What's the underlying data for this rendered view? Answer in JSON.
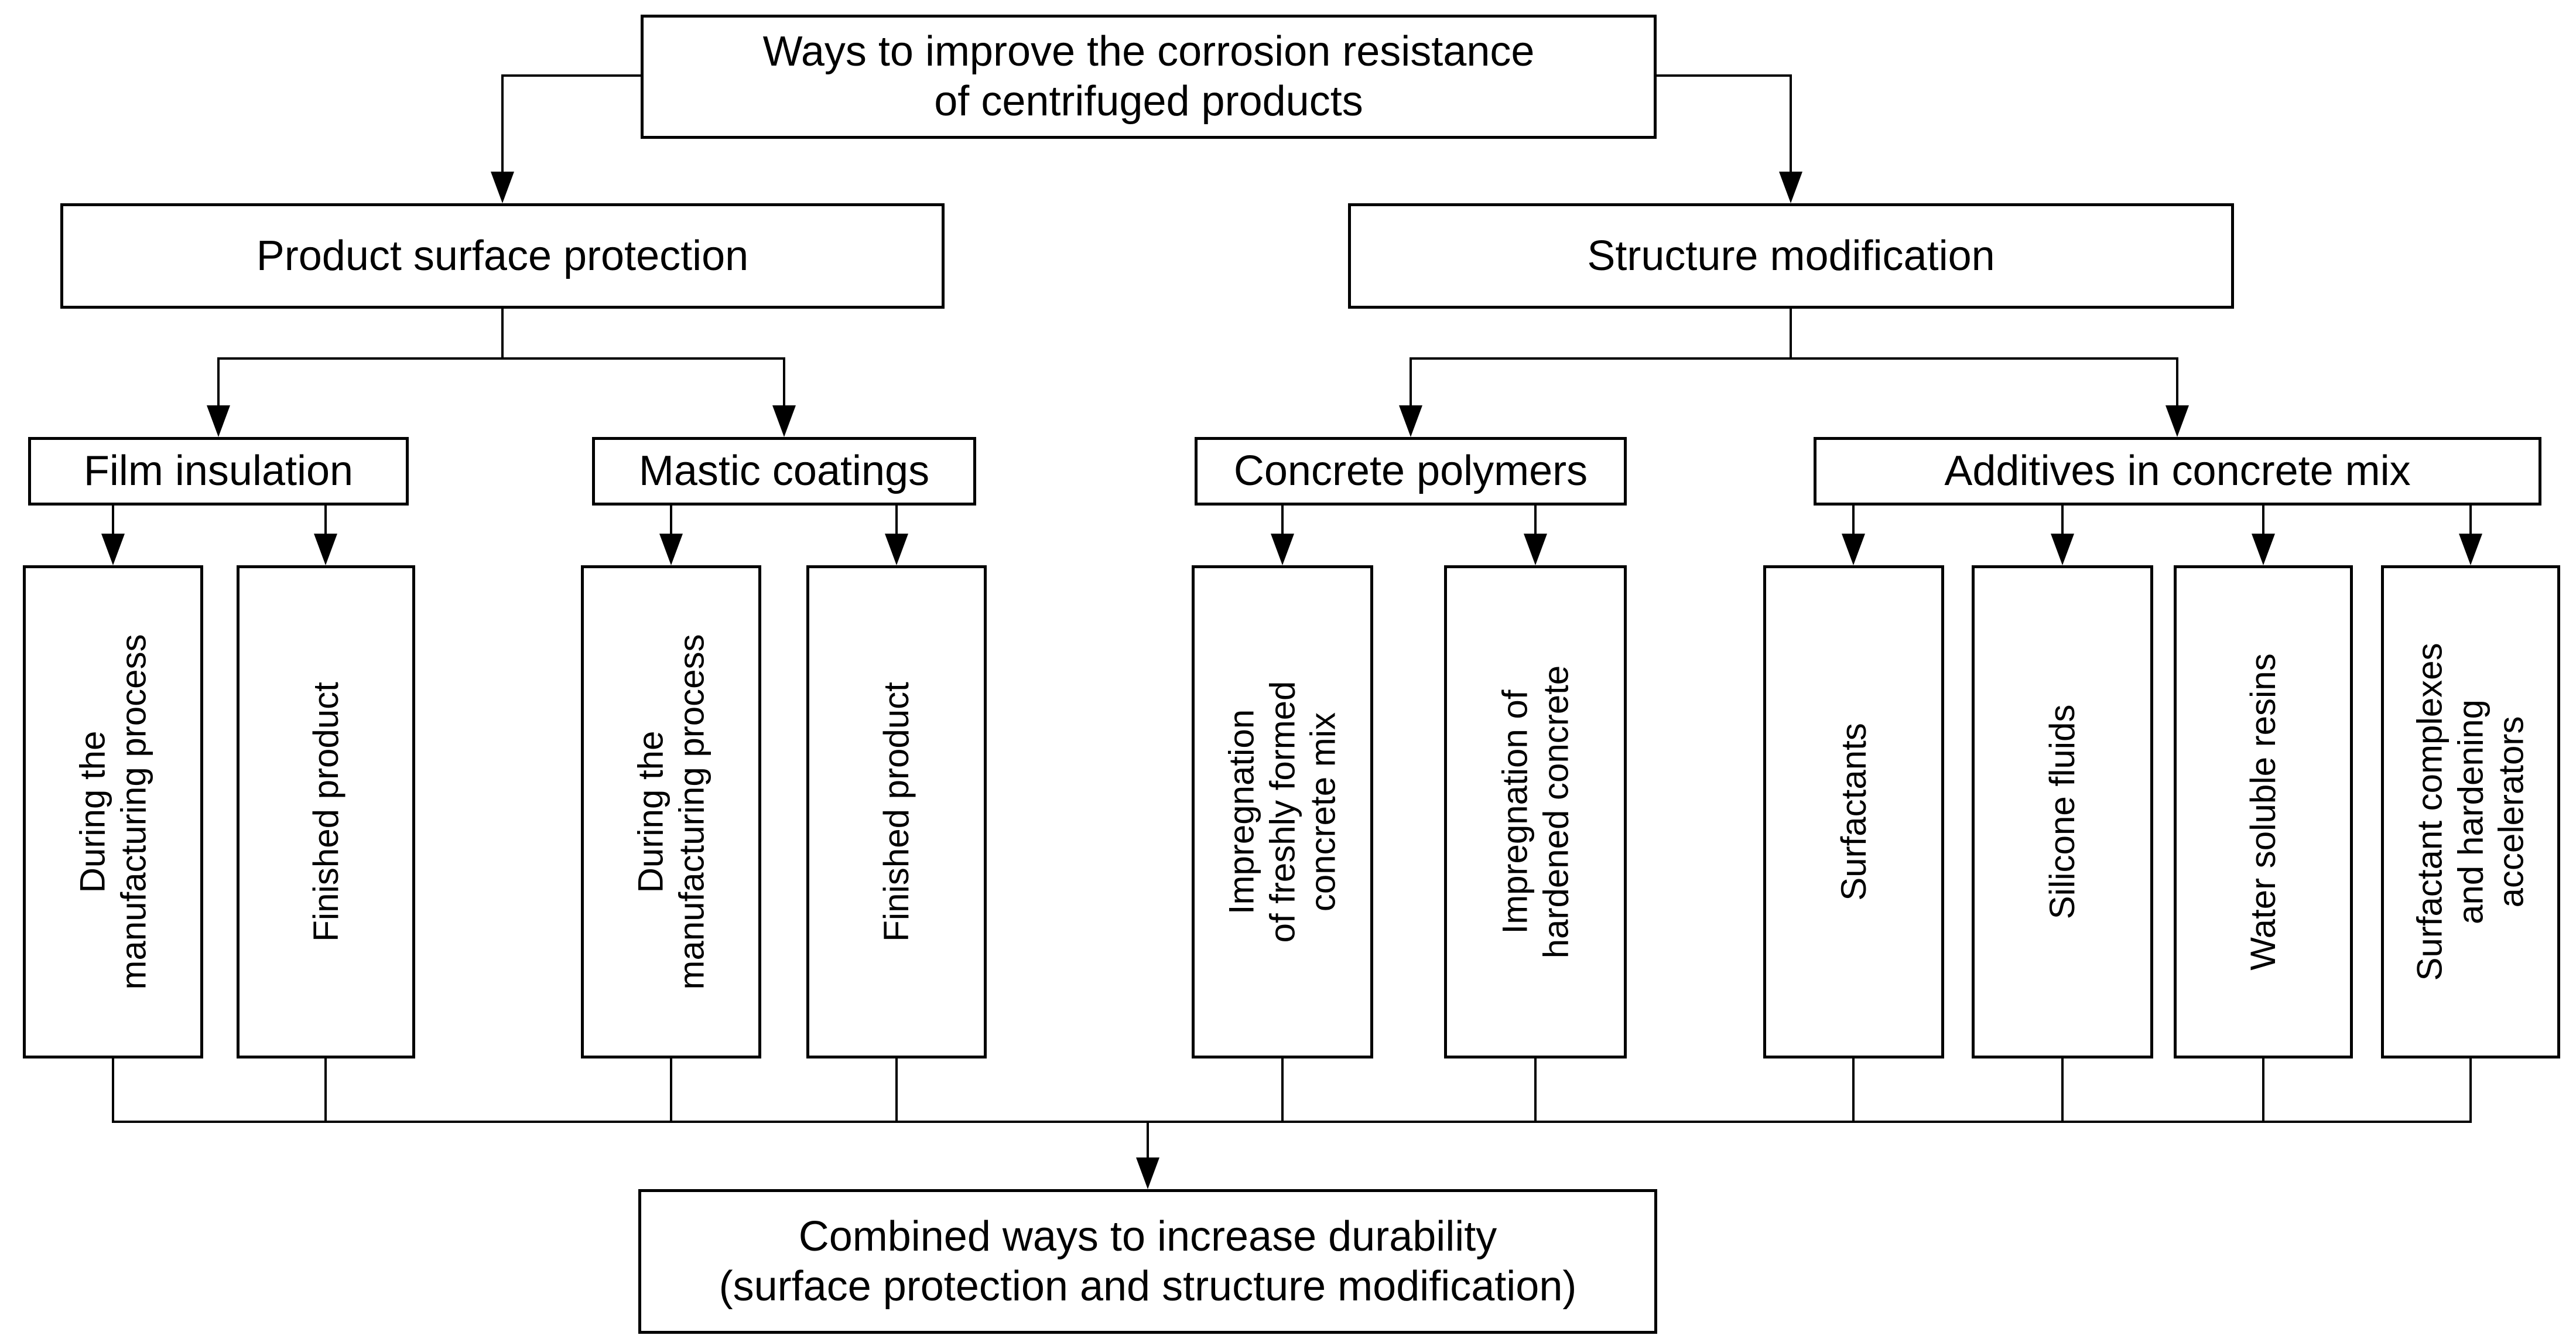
{
  "colors": {
    "background": "#ffffff",
    "box_fill": "#ffffff",
    "box_border": "#000000",
    "line": "#000000",
    "text": "#000000"
  },
  "root": {
    "label": "Ways to improve the corrosion resistance\nof centrifuged products"
  },
  "level2": [
    {
      "label": "Product surface protection"
    },
    {
      "label": "Structure modification"
    }
  ],
  "level3": [
    {
      "label": "Film insulation"
    },
    {
      "label": "Mastic coatings"
    },
    {
      "label": "Concrete polymers"
    },
    {
      "label": "Additives in concrete mix"
    }
  ],
  "leaves": [
    {
      "label": "During the\nmanufacturing process"
    },
    {
      "label": "Finished product"
    },
    {
      "label": "During the\nmanufacturing process"
    },
    {
      "label": "Finished product"
    },
    {
      "label": "Impregnation\nof freshly formed\nconcrete mix"
    },
    {
      "label": "Impregnation of\nhardened concrete"
    },
    {
      "label": "Surfactants"
    },
    {
      "label": "Silicone fluids"
    },
    {
      "label": "Water soluble resins"
    },
    {
      "label": "Surfactant complexes\nand hardening\naccelerators"
    }
  ],
  "combined": {
    "label": "Combined ways to increase durability\n(surface protection and structure modification)"
  }
}
